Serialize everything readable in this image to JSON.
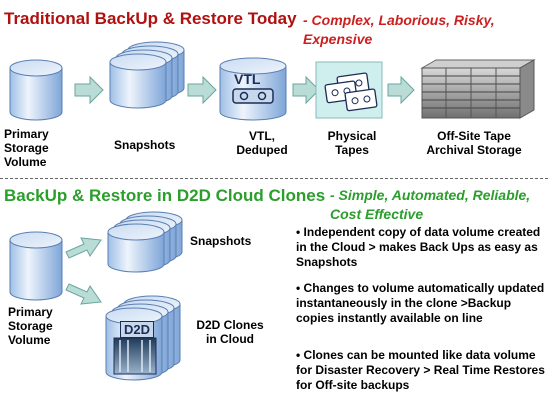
{
  "top": {
    "title": "Traditional BackUp & Restore Today",
    "subtitle_lines": [
      "- Complex, Laborious, Risky,",
      "Expensive"
    ],
    "labels": {
      "primary": [
        "Primary",
        "Storage",
        "Volume"
      ],
      "snapshots": [
        "Snapshots"
      ],
      "vtl": [
        "VTL,",
        "Deduped"
      ],
      "tapes": [
        "Physical",
        "Tapes"
      ],
      "offsite": [
        "Off-Site Tape",
        "Archival Storage"
      ]
    },
    "vtl_badge": "VTL"
  },
  "bottom": {
    "title": "BackUp & Restore in D2D Cloud Clones",
    "subtitle_lines": [
      "- Simple, Automated, Reliable,",
      "Cost Effective"
    ],
    "labels": {
      "primary": [
        "Primary",
        "Storage",
        "Volume"
      ],
      "snapshots": [
        "Snapshots"
      ],
      "clones": [
        "D2D Clones",
        "in Cloud"
      ]
    },
    "d2d_badge": "D2D",
    "bullets": [
      "• Independent copy of data volume created in the Cloud > makes Back Ups as easy as Snapshots",
      "• Changes to volume automatically updated instantaneously in the clone >Backup copies instantly available on line",
      "• Clones can be mounted like data volume for Disaster Recovery > Real Time Restores for Off-site backups"
    ]
  },
  "colors": {
    "cylinder_light": "#dbe7f7",
    "cylinder_dark": "#7ea5d8",
    "arrow_fill": "#b9dcd6",
    "arrow_stroke": "#6aa69e",
    "title_red": "#b01010",
    "title_green": "#2c9e2c"
  }
}
